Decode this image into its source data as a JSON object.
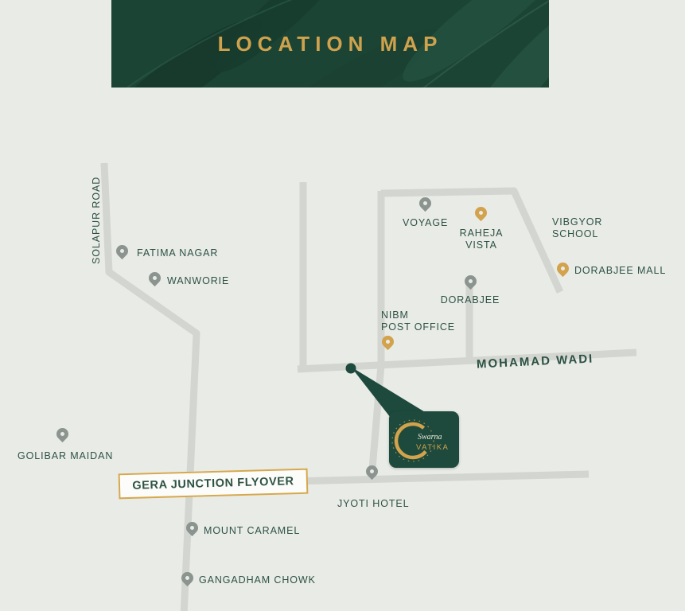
{
  "banner": {
    "title": "LOCATION MAP"
  },
  "colors": {
    "background": "#e9ebe7",
    "banner_bg": "#1c4434",
    "accent_gold": "#cfa24d",
    "label_green": "#2d5244",
    "road_gray": "#d3d5d1",
    "pin_gray": "#8b948f",
    "pin_gold": "#d2a24c",
    "site_green": "#1d4a3c"
  },
  "map": {
    "labels": {
      "solapur_road": "SOLAPUR ROAD",
      "fatima_nagar": "FATIMA NAGAR",
      "wanworie": "WANWORIE",
      "voyage": "VOYAGE",
      "raheja_line1": "RAHEJA",
      "raheja_line2": "VISTA",
      "vibgyor_line1": "VIBGYOR",
      "vibgyor_line2": "SCHOOL",
      "dorabjee_mall": "DORABJEE MALL",
      "dorabjee": "DORABJEE",
      "nibm_line1": "NIBM",
      "nibm_line2": "POST OFFICE",
      "mohamad_wadi": "MOHAMAD WADI",
      "golibar_maidan": "GOLIBAR MAIDAN",
      "gera_flyover": "GERA JUNCTION FLYOVER",
      "jyoti_hotel": "JYOTI HOTEL",
      "mount_caramel": "MOUNT CARAMEL",
      "gangadham_chowk": "GANGADHAM CHOWK"
    },
    "site": {
      "brand_line1": "Swarna",
      "brand_line2": "VATIKA"
    }
  }
}
